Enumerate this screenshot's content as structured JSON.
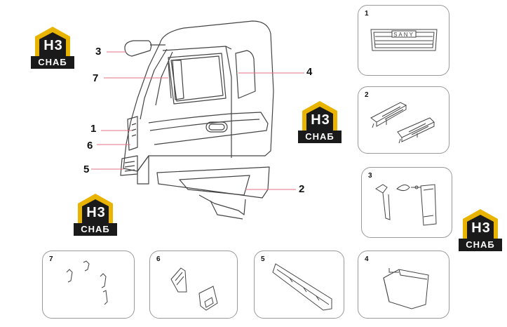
{
  "watermark": {
    "code": "H3",
    "text": "СНАБ",
    "colors": {
      "gold": "#e8b400",
      "dark": "#1a1a1a"
    }
  },
  "callouts": [
    {
      "label": "3",
      "target": "mirror"
    },
    {
      "label": "7",
      "target": "door-handle-lines"
    },
    {
      "label": "4",
      "target": "cab-glass"
    },
    {
      "label": "1",
      "target": "front-grille"
    },
    {
      "label": "6",
      "target": "corner-lamp"
    },
    {
      "label": "5",
      "target": "bumper"
    },
    {
      "label": "2",
      "target": "step-assembly"
    }
  ],
  "panels": [
    {
      "number": "1",
      "content": "grille"
    },
    {
      "number": "2",
      "content": "step-brackets"
    },
    {
      "number": "3",
      "content": "mirror-assemblies"
    },
    {
      "number": "7",
      "content": "clips"
    },
    {
      "number": "6",
      "content": "corner-caps"
    },
    {
      "number": "5",
      "content": "bumper-beam"
    },
    {
      "number": "4",
      "content": "cover-shell"
    }
  ],
  "grille_logo": "SANY",
  "colors": {
    "line": "#444444",
    "leader": "#e07080",
    "panel_border": "#9a9a9a"
  }
}
